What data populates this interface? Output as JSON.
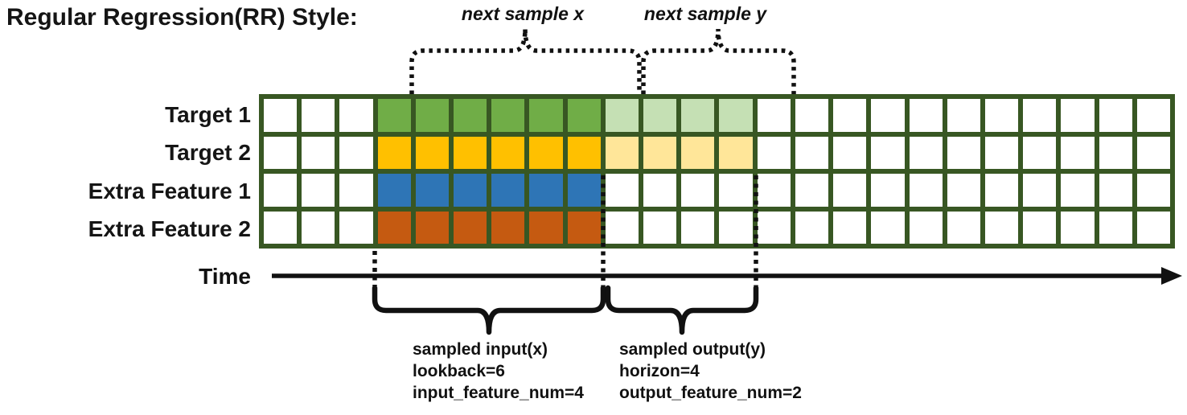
{
  "title": "Regular Regression(RR) Style:",
  "annotations": {
    "next_sample_x": "next sample x",
    "next_sample_y": "next sample y",
    "time": "Time",
    "input_summary": [
      "sampled input(x)",
      "lookback=6",
      "input_feature_num=4"
    ],
    "output_summary": [
      "sampled output(y)",
      "horizon=4",
      "output_feature_num=2"
    ]
  },
  "grid": {
    "num_columns": 24,
    "num_rows": 4,
    "input_cols": {
      "start": 3,
      "end": 8
    },
    "output_cols": {
      "start": 9,
      "end": 12
    },
    "lookback": 6,
    "horizon": 4,
    "input_feature_num": 4,
    "output_feature_num": 2,
    "border_color": "#385723",
    "empty_color": "#ffffff",
    "rows": [
      {
        "label": "Target 1",
        "input_color": "#70ad47",
        "output_color": "#c5e0b4"
      },
      {
        "label": "Target 2",
        "input_color": "#ffc000",
        "output_color": "#ffe699"
      },
      {
        "label": "Extra Feature 1",
        "input_color": "#2e75b6",
        "output_color": null
      },
      {
        "label": "Extra Feature 2",
        "input_color": "#c55a11",
        "output_color": null
      }
    ]
  },
  "colors": {
    "annotation_ink": "#111111"
  }
}
